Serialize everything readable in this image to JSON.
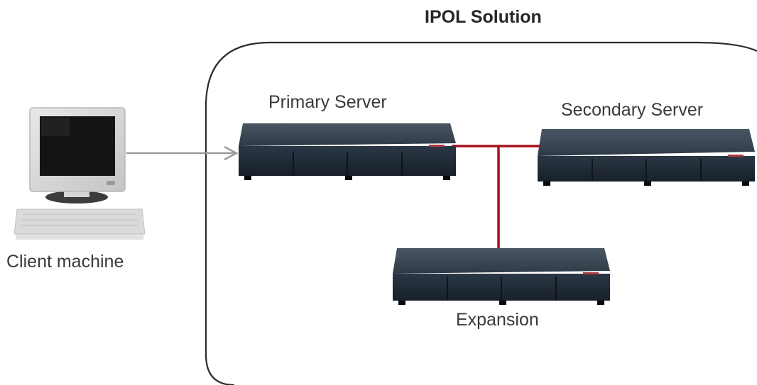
{
  "title": "IPOL Solution",
  "nodes": {
    "client": "Client machine",
    "primary": "Primary Server",
    "secondary": "Secondary Server",
    "expansion": "Expansion"
  },
  "colors": {
    "boundary": "#2b2b2b",
    "link": "#a4121c",
    "arrow": "#9a9a9a",
    "server_body": "#2f3a46",
    "server_face": "#1f2a36"
  }
}
